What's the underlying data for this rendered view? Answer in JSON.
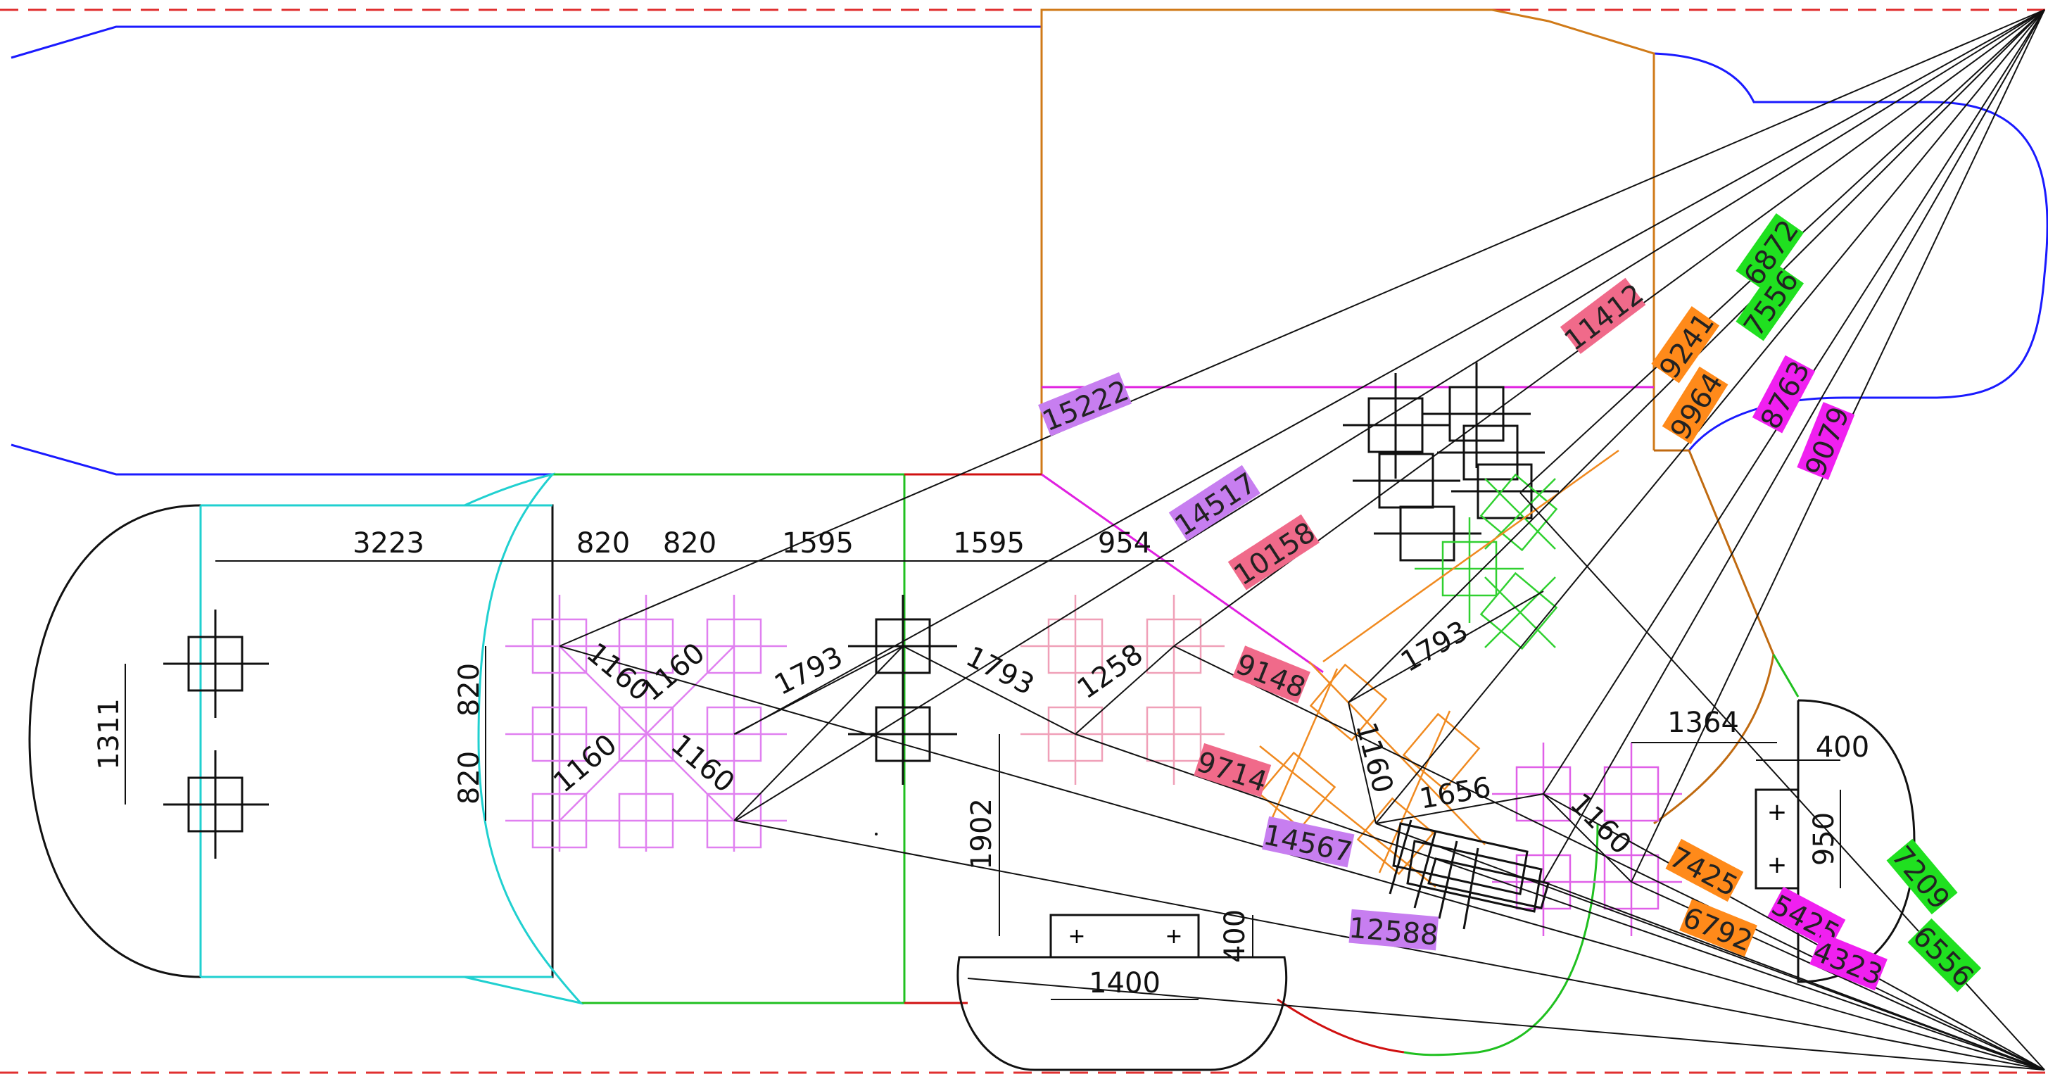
{
  "colors": {
    "background": "#ffffff",
    "dashed_boundary": "#e03030",
    "outline_blue": "#1a1aff",
    "outline_orange": "#d07a18",
    "outline_magenta": "#e020e0",
    "outline_green": "#20c020",
    "outline_cyan": "#20d0d0",
    "outline_red": "#d01010",
    "leg_magenta": "#e080f0",
    "leg_pink": "#f0a0b8",
    "leg_orange": "#f08a20",
    "leg_green": "#30d030",
    "tag_purple": "#c77ef0",
    "tag_pink": "#f06a8a",
    "tag_orange": "#ff8a1a",
    "tag_magenta": "#f020f0",
    "tag_green": "#20e020",
    "ink": "#111111"
  },
  "dimensions": {
    "d3223": "3223",
    "d820a": "820",
    "d820b": "820",
    "d1595a": "1595",
    "d1595b": "1595",
    "d954": "954",
    "d1311": "1311",
    "d820v1": "820",
    "d820v2": "820",
    "d1160a": "1160",
    "d1160b": "1160",
    "d1160c": "1160",
    "d1160d": "1160",
    "d1793a": "1793",
    "d1793b": "1793",
    "d1258": "1258",
    "d1902": "1902",
    "d400a": "400",
    "d1400": "1400",
    "d1793c": "1793",
    "d1160e": "1160",
    "d1656": "1656",
    "d1160f": "1160",
    "d1364": "1364",
    "d400b": "400",
    "d950": "950"
  },
  "tags": {
    "t15222": "15222",
    "t14517": "14517",
    "t10158": "10158",
    "t9148": "9148",
    "t9714": "9714",
    "t14567": "14567",
    "t12588": "12588",
    "t11412": "11412",
    "t9241": "9241",
    "t9964": "9964",
    "t6872": "6872",
    "t7556": "7556",
    "t8763": "8763",
    "t9079": "9079",
    "t7425": "7425",
    "t6792": "6792",
    "t5425": "5425",
    "t4323": "4323",
    "t7209": "7209",
    "t6556": "6556"
  }
}
